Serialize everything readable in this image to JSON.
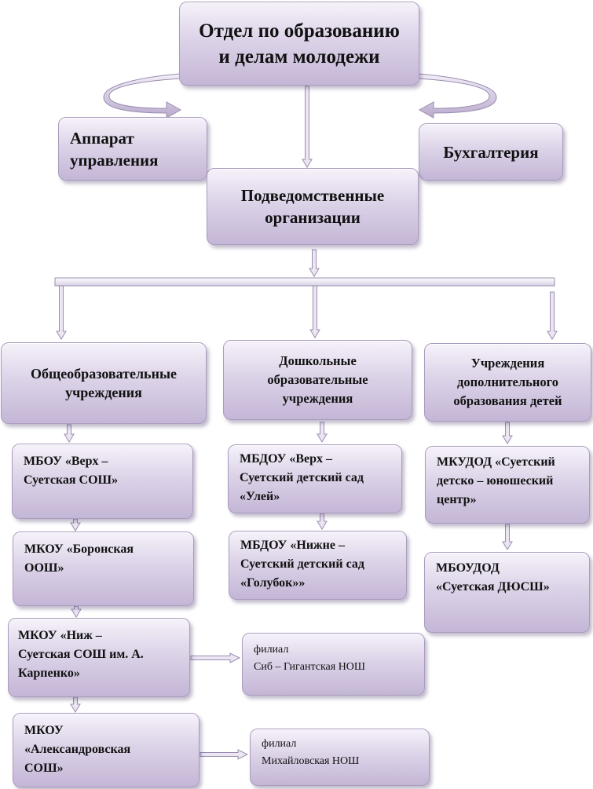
{
  "root": {
    "lines": [
      "Отдел по образованию",
      "и делам молодежи"
    ]
  },
  "apparat": {
    "lines": [
      "Аппарат",
      "управления"
    ]
  },
  "buh": {
    "lines": [
      "Бухгалтерия"
    ]
  },
  "podved": {
    "lines": [
      "Подведомственные",
      "организации"
    ]
  },
  "categories": {
    "general": {
      "lines": [
        "Общеобразовательные",
        "учреждения"
      ]
    },
    "preschool": {
      "lines": [
        "Дошкольные",
        "образовательные",
        "учреждения"
      ]
    },
    "extra": {
      "lines": [
        "Учреждения",
        "дополнительного",
        "образования детей"
      ]
    }
  },
  "schools": [
    {
      "lines": [
        "МБОУ «Верх –",
        "Суетская  СОШ»"
      ]
    },
    {
      "lines": [
        "МКОУ «Боронская",
        "ООШ»"
      ]
    },
    {
      "lines": [
        "МКОУ «Ниж –",
        "Суетская СОШ им. А.",
        "Карпенко»"
      ]
    },
    {
      "lines": [
        "МКОУ",
        "«Александровская",
        "СОШ»"
      ]
    }
  ],
  "preschools": [
    {
      "lines": [
        "МБДОУ «Верх –",
        "Суетский детский сад",
        "«Улей»"
      ]
    },
    {
      "lines": [
        "МБДОУ «Нижне –",
        "Суетский детский сад",
        "«Голубок»»"
      ]
    }
  ],
  "extras": [
    {
      "lines": [
        "МКУДОД «Суетский",
        "детско – юношеский",
        "центр»"
      ]
    },
    {
      "lines": [
        "МБОУДОД",
        "«Суетская ДЮСШ»"
      ]
    }
  ],
  "branches": [
    {
      "lines": [
        "филиал",
        "Сиб – Гигантская НОШ"
      ]
    },
    {
      "lines": [
        "филиал",
        "Михайловская НОШ"
      ]
    }
  ],
  "colors": {
    "box_top": "#f6f2fa",
    "box_bottom": "#c4b6d6",
    "border": "#a99cbe",
    "arrow_fill": "#ece6f3",
    "arrow_stroke": "#9a8db0"
  }
}
